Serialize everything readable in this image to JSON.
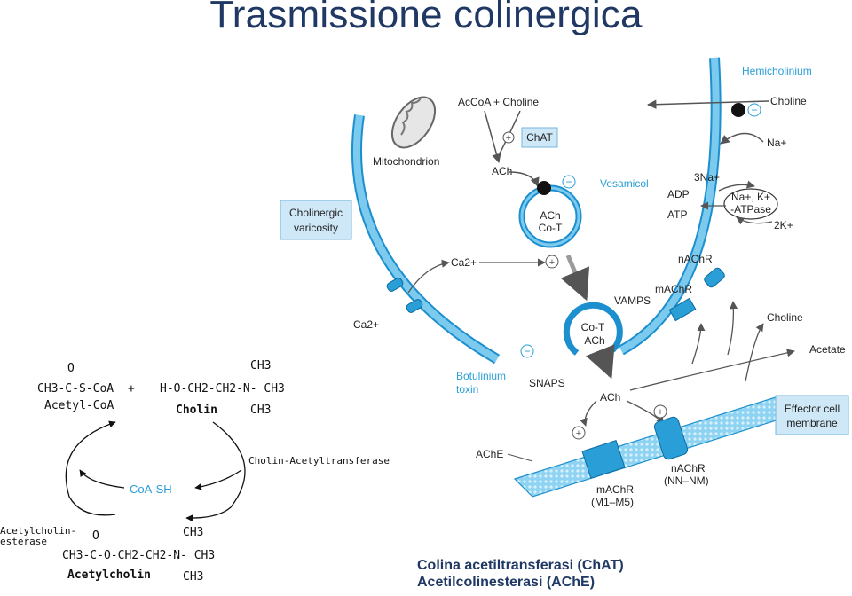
{
  "title": "Trasmissione colinergica",
  "caption": {
    "line1": "Colina acetiltransferasi (ChAT)",
    "line2": "Acetilcolinesterasi (AChE)"
  },
  "varicosity": {
    "box_label_1": "Cholinergic",
    "box_label_2": "varicosity",
    "mitochondrion": "Mitochondrion",
    "synthesis": "AcCoA + Choline",
    "chat": "ChAT",
    "ach": "ACh",
    "vesicle_ach": "ACh",
    "vesicle_cot": "Co-T",
    "vesamicol": "Vesamicol",
    "hemicholinium": "Hemicholinium",
    "choline_top": "Choline",
    "na_plus": "Na+",
    "three_na": "3Na+",
    "adp": "ADP",
    "atp": "ATP",
    "atpase_1": "Na+, K+",
    "atpase_2": "-ATPase",
    "two_k": "2K+",
    "ca_in": "Ca2+",
    "ca_out": "Ca2+",
    "nachr_pre": "nAChR",
    "machr_pre": "mAChR",
    "vamps": "VAMPS",
    "fusing_cot": "Co-T",
    "fusing_ach": "ACh",
    "botulinum_1": "Botulinium",
    "botulinum_2": "toxin",
    "snaps": "SNAPS",
    "ach_cleft": "ACh",
    "choline_right": "Choline",
    "acetate": "Acetate",
    "effector_1": "Effector cell",
    "effector_2": "membrane",
    "ache": "AChE",
    "machr_post": "mAChR",
    "machr_post_sub": "(M1–M5)",
    "nachr_post": "nAChR",
    "nachr_post_sub": "(NN–NM)"
  },
  "reaction": {
    "acetyl_formula": "CH3-C-S-CoA",
    "acetyl_o": "O",
    "plus": "+",
    "choline_formula": "H-O-CH2-CH2-N- CH3",
    "choline_top_ch3": "CH3",
    "choline_bottom_ch3": "CH3",
    "acetyl_name": "Acetyl-CoA",
    "choline_name": "Cholin",
    "enzyme_right": "Cholin-Acetyltransferase",
    "coa_sh": "CoA-SH",
    "enzyme_left_1": "Acetylcholin-",
    "enzyme_left_2": "esterase",
    "ach_formula": "CH3-C-O-CH2-CH2-N- CH3",
    "ach_o": "O",
    "ach_top_ch3": "CH3",
    "ach_bottom_ch3": "CH3",
    "ach_name": "Acetylcholin"
  },
  "colors": {
    "membrane": "#7ccbef",
    "membrane_edge": "#1c8fcf",
    "box_fill": "#cfe8f7",
    "accent_blue": "#2a9ed6",
    "title": "#1f3864"
  }
}
